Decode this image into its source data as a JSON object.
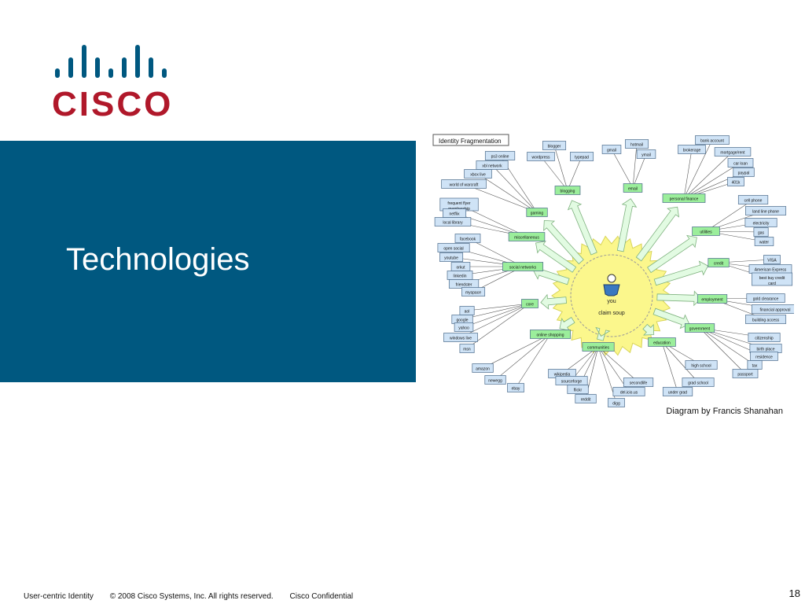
{
  "logo": {
    "text": "CISCO"
  },
  "slide": {
    "title": "Technologies"
  },
  "diagram": {
    "heading": "Identity Fragmentation",
    "center": {
      "label": "you",
      "sublabel": "claim soup"
    },
    "categories": [
      {
        "id": "blogging",
        "label": "blogging",
        "items": [
          "blogger",
          "wordpress",
          "typepad"
        ]
      },
      {
        "id": "email",
        "label": "email",
        "items": [
          "hotmail",
          "gmail",
          "ymail"
        ]
      },
      {
        "id": "personal-finance",
        "label": "personal finance",
        "items": [
          "bank account",
          "brokerage",
          "mortgage/rent",
          "car loan",
          "paypal",
          "401k"
        ]
      },
      {
        "id": "utilities",
        "label": "utilities",
        "items": [
          "cell phone",
          "land line phone",
          "electricity",
          "gas",
          "water"
        ]
      },
      {
        "id": "credit",
        "label": "credit",
        "items": [
          "VISA",
          "American Express",
          "best buy credit card"
        ]
      },
      {
        "id": "employment",
        "label": "employment",
        "items": [
          "gold clearance",
          "financial approval",
          "building access"
        ]
      },
      {
        "id": "government",
        "label": "government",
        "items": [
          "citizenship",
          "birth place",
          "residence",
          "tax",
          "passport"
        ]
      },
      {
        "id": "education",
        "label": "education",
        "items": [
          "high school",
          "grad school",
          "under grad"
        ]
      },
      {
        "id": "communities",
        "label": "communities",
        "items": [
          "wikipedia",
          "sourceforge",
          "flickr",
          "reddit",
          "secondlife",
          "del.icio.us",
          "digg"
        ]
      },
      {
        "id": "online-shopping",
        "label": "online shopping",
        "items": [
          "amazon",
          "newegg",
          "ebay"
        ]
      },
      {
        "id": "core",
        "label": "core",
        "items": [
          "aol",
          "google",
          "yahoo",
          "windows live",
          "msn"
        ]
      },
      {
        "id": "social-networks",
        "label": "social networks",
        "items": [
          "facebook",
          "open social",
          "youtube",
          "orkut",
          "linkedin",
          "friendster",
          "myspace"
        ]
      },
      {
        "id": "miscellaneous",
        "label": "miscellaneous",
        "items": [
          "frequent flyer membership",
          "netflix",
          "local library"
        ]
      },
      {
        "id": "gaming",
        "label": "gaming",
        "items": [
          "ps3 online",
          "xbl network",
          "xbox live",
          "world of warcraft"
        ]
      }
    ]
  },
  "caption": "Diagram by Francis Shanahan",
  "footer": {
    "project": "User-centric Identity",
    "copyright": "© 2008 Cisco Systems, Inc. All rights reserved.",
    "classification": "Cisco Confidential",
    "page": "18"
  },
  "colors": {
    "brand_red": "#b0182a",
    "brand_blue": "#005880",
    "logo_bars": "#005880",
    "category_fill": "#9bee9b",
    "item_fill": "#cfe3f6",
    "sun_fill": "#fbf78c",
    "arrow_fill": "#e2fbe2"
  },
  "icons": {
    "center_person": "person-icon"
  }
}
